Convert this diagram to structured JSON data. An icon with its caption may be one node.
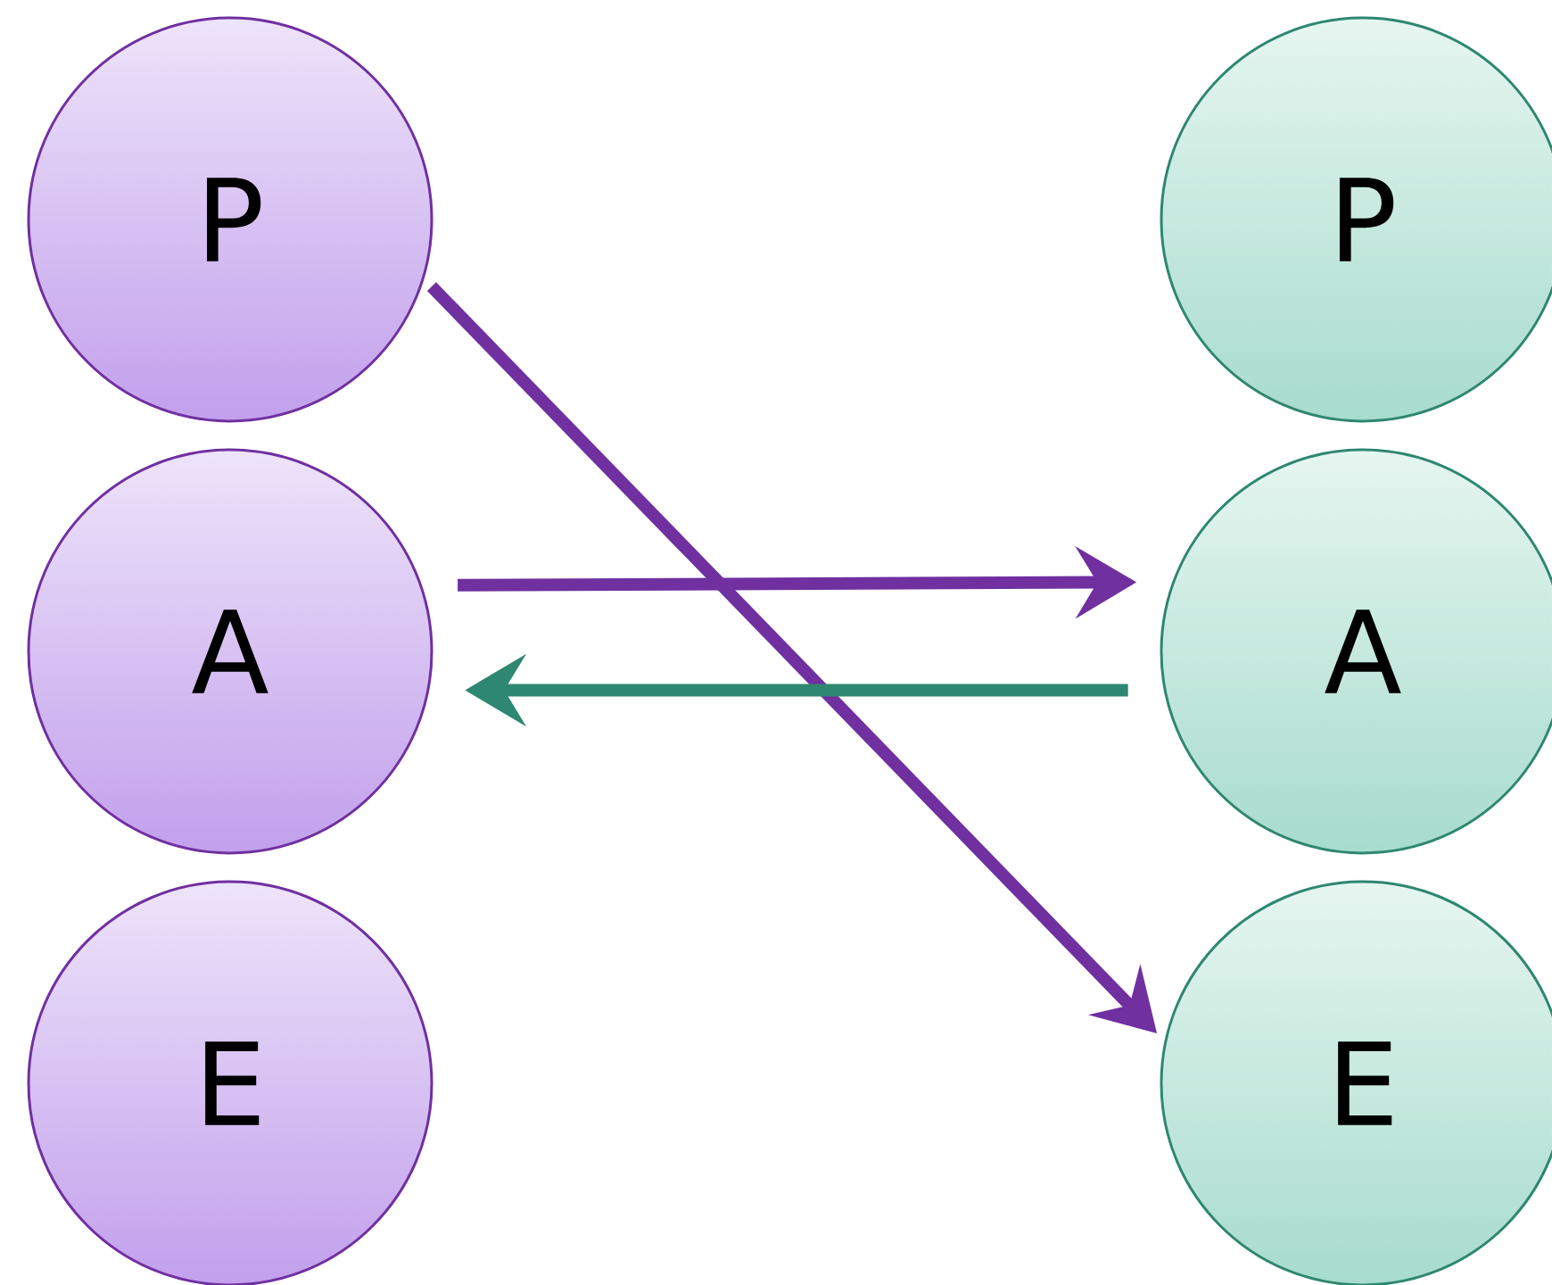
{
  "diagram": {
    "nodes": [
      {
        "text": [
          "P"
        ]
      },
      {
        "text": [
          "A"
        ]
      },
      {
        "text": [
          "E"
        ]
      },
      {
        "text": [
          "P"
        ]
      },
      {
        "text": [
          "A"
        ]
      },
      {
        "text": [
          "E"
        ]
      }
    ],
    "edges": [
      {
        "from": 0,
        "to": 5,
        "arrow": "to"
      },
      {
        "from": 1,
        "to": 4,
        "arrow": "to"
      },
      {
        "from": 4,
        "to": 1,
        "arrow": "to",
        "color": "#2e8770"
      }
    ]
  }
}
